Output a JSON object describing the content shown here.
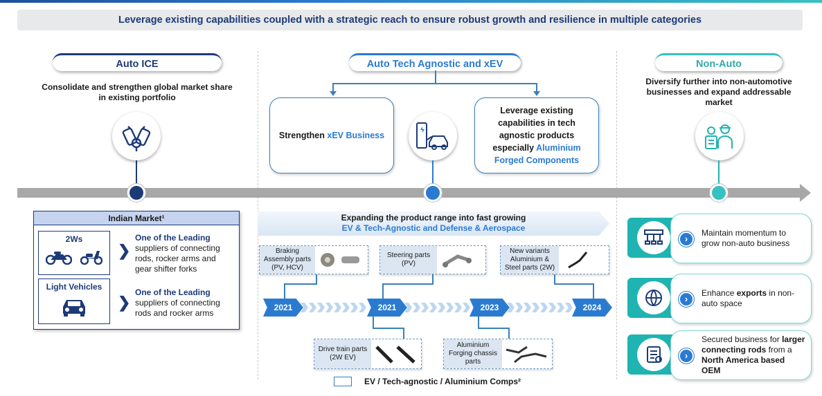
{
  "banner": "Leverage existing capabilities coupled with a strategic reach to ensure robust growth and resilience in multiple categories",
  "colors": {
    "dark_blue": "#1d3a78",
    "blue": "#2a7bd0",
    "teal": "#36c2c0",
    "timeline": "#a8a8a8"
  },
  "auto_ice": {
    "title": "Auto ICE",
    "desc": "Consolidate and strengthen global market share in existing portfolio",
    "icon": "engine-icon",
    "indian_market": {
      "header": "Indian Market¹",
      "rows": [
        {
          "label": "2Ws",
          "lead": "One of the Leading",
          "text": "suppliers of connecting rods, rocker arms and gear shifter forks",
          "icons": [
            "motorcycle-icon",
            "scooter-icon"
          ]
        },
        {
          "label": "Light Vehicles",
          "lead": "One of the Leading",
          "text": "suppliers of connecting rods and rocker arms",
          "icons": [
            "car-icon"
          ]
        }
      ]
    }
  },
  "auto_tech": {
    "title": "Auto Tech Agnostic and xEV",
    "left_box": {
      "pre": "Strengthen ",
      "accent": "xEV Business"
    },
    "right_box": {
      "pre": "Leverage existing capabilities in tech agnostic products especially ",
      "accent": "Aluminium Forged Components"
    },
    "icon": "ev-charging-icon",
    "expanding": {
      "line1": "Expanding the product range into fast growing",
      "line2": "EV & Tech-Agnostic and Defense & Aerospace"
    },
    "products_top": [
      {
        "label": "Braking Assembly parts (PV, HCV)"
      },
      {
        "label": "Steering parts (PV)"
      },
      {
        "label": "New variants Aluminium & Steel parts (2W)"
      }
    ],
    "products_bottom": [
      {
        "label": "Drive train parts (2W EV)"
      },
      {
        "label": "Aluminium Forging chassis parts"
      }
    ],
    "years": [
      "2021",
      "2021",
      "2023",
      "2024"
    ],
    "legend": "EV / Tech-agnostic / Aluminium Comps²"
  },
  "non_auto": {
    "title": "Non-Auto",
    "desc": "Diversify further into non-automotive businesses and expand addressable market",
    "icon": "engineer-icon",
    "cards": [
      {
        "icon": "machinery-icon",
        "parts": [
          {
            "t": "Maintain momentum to grow non-auto business",
            "b": false
          }
        ]
      },
      {
        "icon": "globe-export-icon",
        "parts": [
          {
            "t": "Enhance ",
            "b": false
          },
          {
            "t": "exports",
            "b": true
          },
          {
            "t": " in non-auto space",
            "b": false
          }
        ]
      },
      {
        "icon": "contract-icon",
        "parts": [
          {
            "t": "Secured business for ",
            "b": false
          },
          {
            "t": "larger connecting rods",
            "b": true
          },
          {
            "t": " from a ",
            "b": false
          },
          {
            "t": "North America based OEM",
            "b": true
          }
        ]
      }
    ]
  }
}
